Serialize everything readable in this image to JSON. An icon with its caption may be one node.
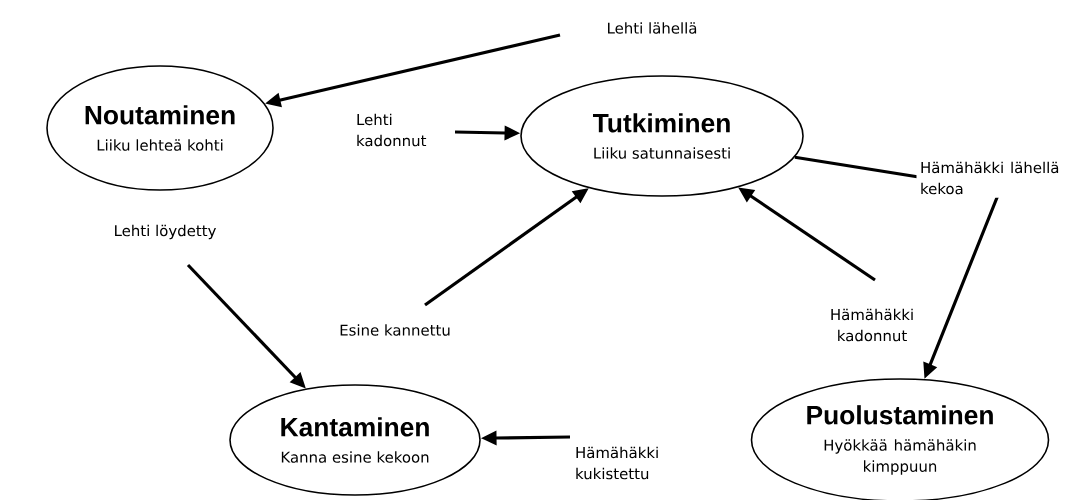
{
  "diagram": {
    "nodes": [
      {
        "text": [
          "Noutaminen",
          "Liiku lehteä kohti"
        ]
      },
      {
        "text": [
          "Tutkiminen",
          "Liiku satunnaisesti"
        ]
      },
      {
        "text": [
          "Kantaminen",
          "Kanna esine kekoon"
        ]
      },
      {
        "text": [
          "Puolustaminen",
          "Hyökkää hämähäkin kimppuun"
        ]
      }
    ],
    "edges": [
      {
        "from": null,
        "to": 0,
        "arrow": "to",
        "label": "Lehti lähellä"
      },
      {
        "from": null,
        "to": 1,
        "arrow": "to",
        "label": "Lehti kadonnut"
      },
      {
        "from": null,
        "to": 2,
        "arrow": "to",
        "label": "Lehti löydetty"
      },
      {
        "from": null,
        "to": 1,
        "arrow": "to",
        "label": "Esine kannettu"
      },
      {
        "from": 1,
        "to": 3,
        "arrow": "to",
        "label": "Hämähäkki lähellä kekoa"
      },
      {
        "from": null,
        "to": 1,
        "arrow": "to",
        "label": "Hämähäkki kadonnut"
      },
      {
        "from": null,
        "to": 2,
        "arrow": "to",
        "label": "Hämähäkki kukistettu"
      }
    ]
  }
}
